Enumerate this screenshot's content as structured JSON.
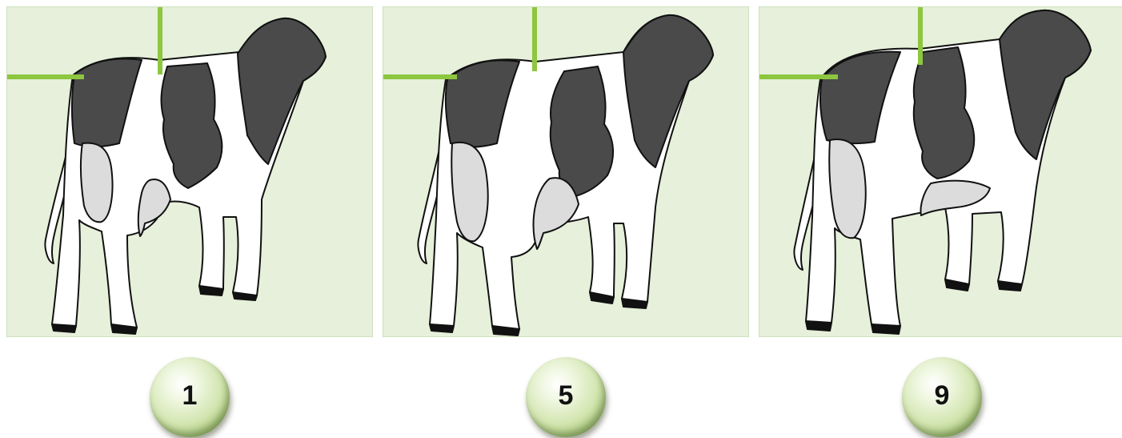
{
  "colors": {
    "panel_bg": "#e6f0da",
    "marker_green": "#8dc63f",
    "cow_dark": "#4a4a4a",
    "cow_udder": "#dcdcdc",
    "badge": "#c9df9f"
  },
  "panels": [
    {
      "label": "1"
    },
    {
      "label": "5"
    },
    {
      "label": "9"
    }
  ]
}
